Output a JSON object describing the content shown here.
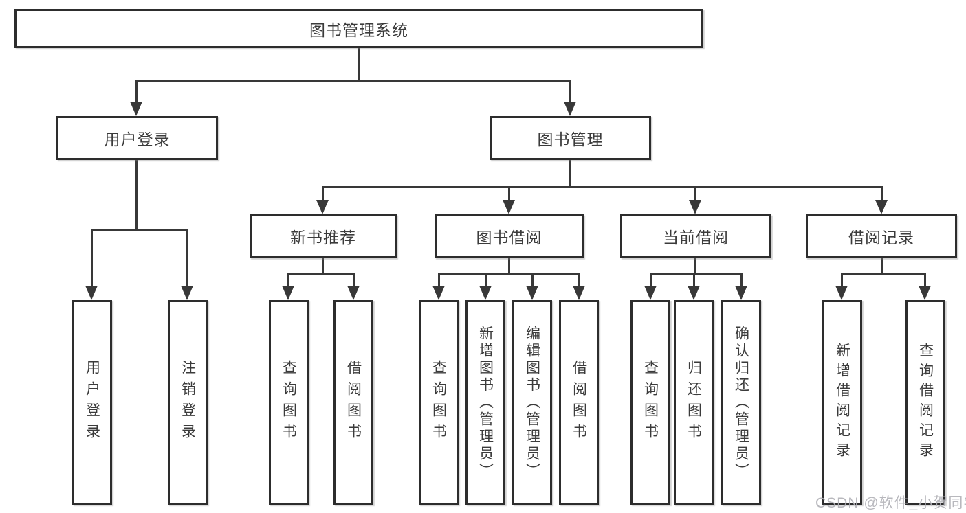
{
  "diagram": {
    "type": "hierarchy-tree",
    "title": "图书管理系统",
    "colors": {
      "line": "#383838",
      "box_border": "#2d2d2d",
      "box_fill": "#ffffff",
      "text": "#3b3b3b",
      "watermark": "#b2b2b8"
    },
    "nodes": {
      "root": {
        "label": "图书管理系统",
        "level": 0
      },
      "user_login": {
        "label": "用户登录",
        "level": 1,
        "parent": "root"
      },
      "book_mgmt": {
        "label": "图书管理",
        "level": 1,
        "parent": "root"
      },
      "new_book_rec": {
        "label": "新书推荐",
        "level": 2,
        "parent": "book_mgmt"
      },
      "book_borrow": {
        "label": "图书借阅",
        "level": 2,
        "parent": "book_mgmt"
      },
      "current_borrow": {
        "label": "当前借阅",
        "level": 2,
        "parent": "book_mgmt"
      },
      "borrow_record": {
        "label": "借阅记录",
        "level": 2,
        "parent": "book_mgmt"
      },
      "leaf_user_login": {
        "label": "用户登录",
        "level": 3,
        "parent": "user_login"
      },
      "leaf_logout": {
        "label": "注销登录",
        "level": 3,
        "parent": "user_login"
      },
      "leaf_rec_query": {
        "label": "查询图书",
        "level": 3,
        "parent": "new_book_rec"
      },
      "leaf_rec_borrow": {
        "label": "借阅图书",
        "level": 3,
        "parent": "new_book_rec"
      },
      "leaf_bb_query": {
        "label": "查询图书",
        "level": 3,
        "parent": "book_borrow"
      },
      "leaf_bb_add": {
        "label": "新增图书（管理员）",
        "level": 3,
        "parent": "book_borrow"
      },
      "leaf_bb_edit": {
        "label": "编辑图书（管理员）",
        "level": 3,
        "parent": "book_borrow"
      },
      "leaf_bb_borrow": {
        "label": "借阅图书",
        "level": 3,
        "parent": "book_borrow"
      },
      "leaf_cb_query": {
        "label": "查询图书",
        "level": 3,
        "parent": "current_borrow"
      },
      "leaf_cb_return": {
        "label": "归还图书",
        "level": 3,
        "parent": "current_borrow"
      },
      "leaf_cb_confirm": {
        "label": "确认归还（管理员）",
        "level": 3,
        "parent": "current_borrow"
      },
      "leaf_br_add": {
        "label": "新增借阅记录",
        "level": 3,
        "parent": "borrow_record"
      },
      "leaf_br_query": {
        "label": "查询借阅记录",
        "level": 3,
        "parent": "borrow_record"
      }
    },
    "watermark": {
      "text": "CSDN @软件_小贺同学"
    }
  }
}
